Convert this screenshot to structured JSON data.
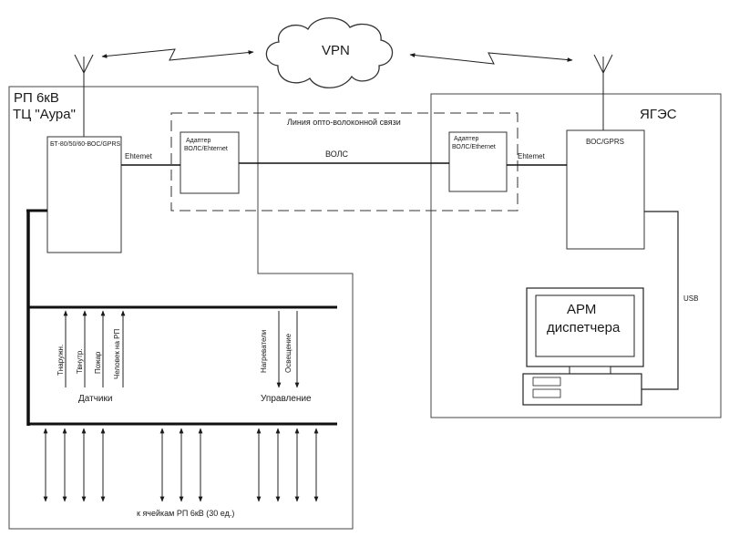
{
  "cloud": {
    "label": "VPN"
  },
  "left_site": {
    "title_line1": "РП 6кВ",
    "title_line2": "ТЦ \"Аура\"",
    "device": "БТ-80/50/60-ВОС/GPRS",
    "ethernet": "Ehtemet"
  },
  "right_site": {
    "title": "ЯГЭС",
    "device": "ВОС/GPRS",
    "ethernet": "Ehtemet",
    "usb": "USB"
  },
  "fiber": {
    "line_label": "Линия опто-волоконной связи",
    "cable_label": "ВОЛС",
    "adapter_left_line1": "Адаптер",
    "adapter_left_line2": "ВОЛС/Ehternet",
    "adapter_right_line1": "Адаптер",
    "adapter_right_line2": "ВОЛС/Ethernet"
  },
  "workstation": {
    "line1": "АРМ",
    "line2": "диспетчера"
  },
  "sensors": {
    "group_label": "Датчики",
    "items": [
      "Тнаружн.",
      "Твнутр.",
      "Пожар",
      "Человек на РП"
    ]
  },
  "control": {
    "group_label": "Управление",
    "items": [
      "Нагреватели",
      "Освещение"
    ]
  },
  "cells_label": "к ячейкам РП 6кВ (30 ед.)"
}
